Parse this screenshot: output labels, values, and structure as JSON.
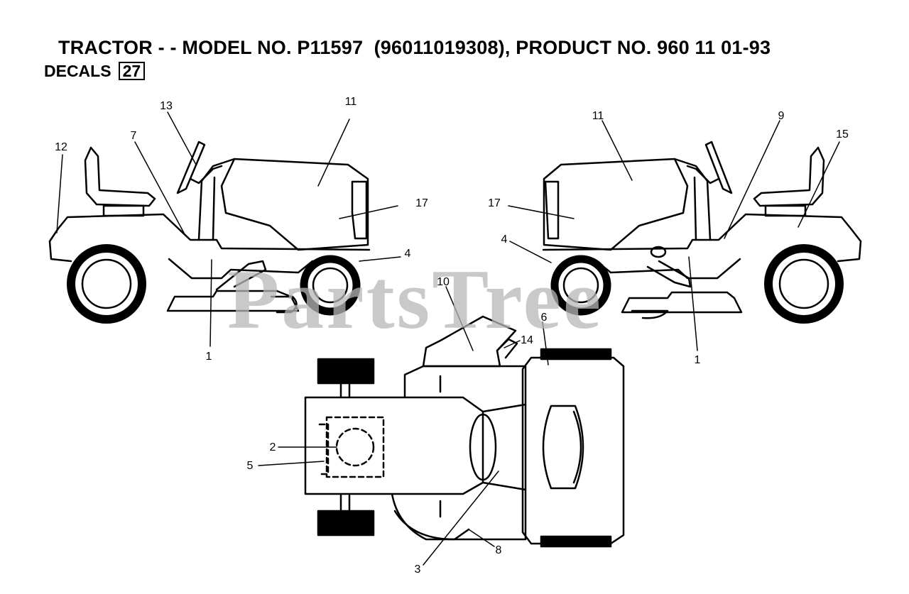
{
  "header": {
    "title": "TRACTOR - - MODEL NO. P11597  (96011019308), PRODUCT NO. 960 11 01-93",
    "section_label": "DECALS",
    "section_number": "27"
  },
  "watermark": "PartsTree",
  "callouts": {
    "left_view": [
      "13",
      "11",
      "7",
      "12",
      "17",
      "4",
      "1"
    ],
    "right_view": [
      "11",
      "9",
      "15",
      "17",
      "4",
      "1"
    ],
    "top_view": [
      "10",
      "14",
      "6",
      "2",
      "5",
      "8",
      "3"
    ]
  },
  "colors": {
    "line": "#000000",
    "watermark": "#b7b7b7",
    "background": "#ffffff"
  }
}
